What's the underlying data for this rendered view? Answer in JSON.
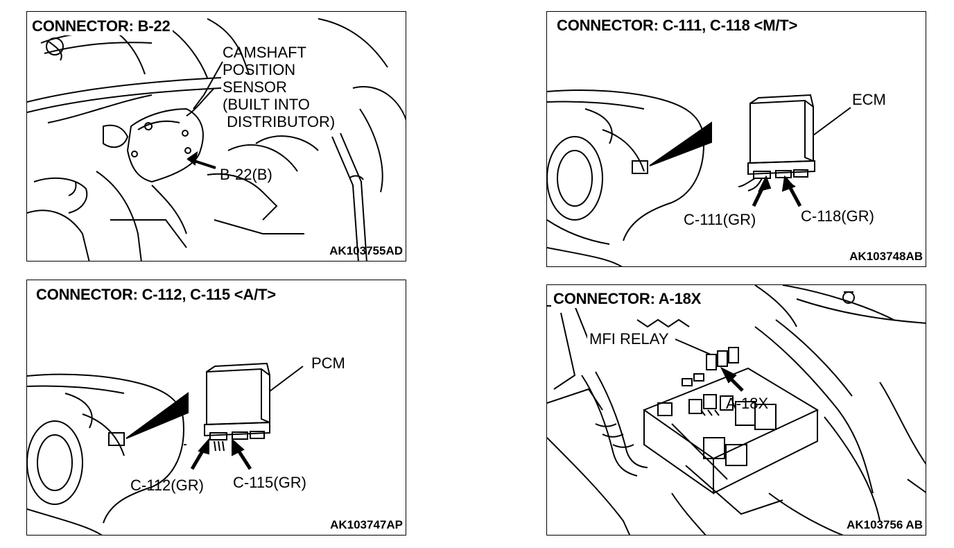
{
  "panels": [
    {
      "title": "CONNECTOR: B-22",
      "code": "AK103755AD",
      "labels": {
        "sensor_1": "CAMSHAFT",
        "sensor_2": "POSITION",
        "sensor_3": "SENSOR",
        "sensor_4": "(BUILT INTO",
        "sensor_5": " DISTRIBUTOR)",
        "connector": "B-22(B)"
      }
    },
    {
      "title": "CONNECTOR: C-111, C-118 <M/T>",
      "code": "AK103748AB",
      "labels": {
        "unit": "ECM",
        "connector_1": "C-111(GR)",
        "connector_2": "C-118(GR)"
      }
    },
    {
      "title": "CONNECTOR: C-112, C-115 <A/T>",
      "code": "AK103747AP",
      "labels": {
        "unit": "PCM",
        "connector_1": "C-112(GR)",
        "connector_2": "C-115(GR)"
      }
    },
    {
      "title": "CONNECTOR: A-18X",
      "code": "AK103756 AB",
      "labels": {
        "relay": "MFI RELAY",
        "connector": "A-18X"
      }
    }
  ]
}
